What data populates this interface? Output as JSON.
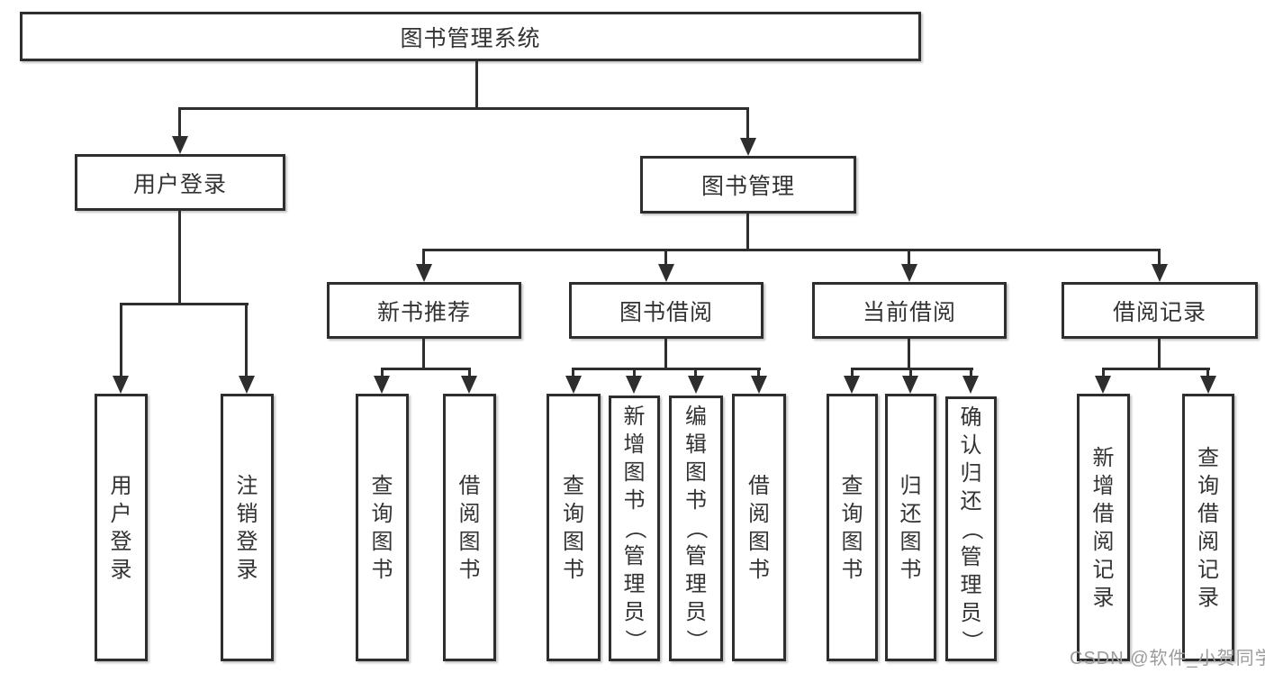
{
  "nodes": {
    "root": "图书管理系统",
    "userLogin": "用户登录",
    "bookManagement": "图书管理",
    "newBookRecommend": "新书推荐",
    "bookBorrow": "图书借阅",
    "currentBorrow": "当前借阅",
    "borrowRecords": "借阅记录",
    "leafUserLogin": "用户登录",
    "leafLogout": "注销登录",
    "recQueryBook": "查询图书",
    "recBorrowBook": "借阅图书",
    "bbQueryBook": "查询图书",
    "bbAddBook": "新增图书（管理员）",
    "bbEditBook": "编辑图书（管理员）",
    "bbBorrowBook": "借阅图书",
    "cbQueryBook": "查询图书",
    "cbReturnBook": "归还图书",
    "cbConfirmReturn": "确认归还（管理员）",
    "brAddRecord": "新增借阅记录",
    "brQueryRecord": "查询借阅记录"
  },
  "watermark": {
    "text": "CSDN @软件_小贺同学"
  }
}
